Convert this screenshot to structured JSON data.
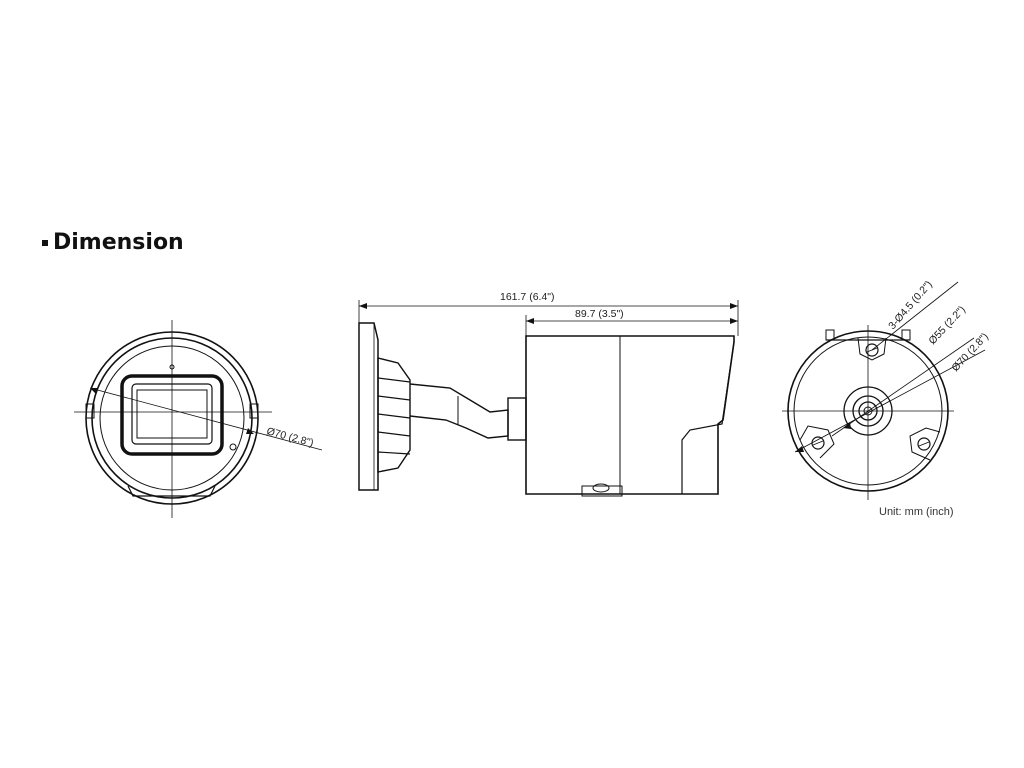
{
  "heading": {
    "title": "Dimension"
  },
  "front_view": {
    "diameter_label": "Ø70 (2.8\")"
  },
  "side_view": {
    "overall_length_label": "161.7 (6.4\")",
    "housing_length_label": "89.7 (3.5\")"
  },
  "rear_view": {
    "hole_label": "3-Ø4.5 (0.2\")",
    "inner_diameter_label": "Ø55 (2.2\")",
    "outer_diameter_label": "Ø70 (2.8\")"
  },
  "unit_note": "Unit: mm (inch)"
}
